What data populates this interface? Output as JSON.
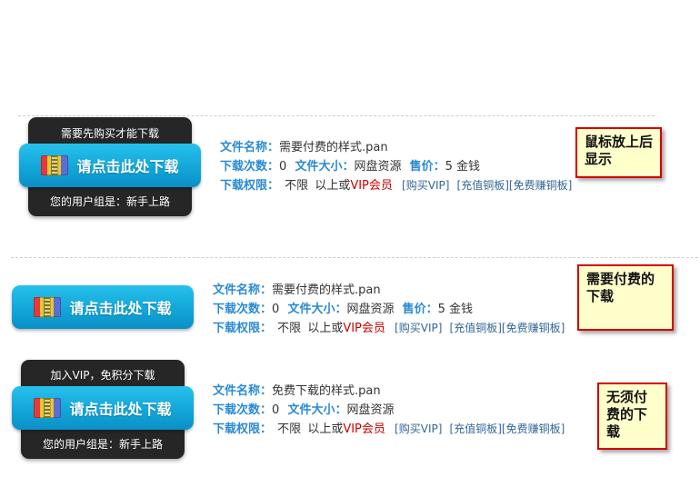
{
  "sections": [
    {
      "popup_top": "需要先购买才能下载",
      "popup_bottom": "您的用户组是：新手上路",
      "button_label": "请点击此处下载",
      "file_name_label": "文件名称：",
      "file_name": "需要付费的样式.pan",
      "downloads_label": "下载次数：",
      "downloads": "0",
      "size_label": "文件大小：",
      "size": "网盘资源",
      "price_label": "售价：",
      "price": "5 金钱",
      "perm_label": "下载权限：",
      "perm_none": "不限",
      "perm_above": "以上或",
      "perm_vip": "VIP会员",
      "link_buy": "[购买VIP]",
      "link_charge": "[充值铜板]",
      "link_free": "[免费赚铜板]",
      "note": "鼠标放上后显示"
    },
    {
      "button_label": "请点击此处下载",
      "file_name_label": "文件名称：",
      "file_name": "需要付费的样式.pan",
      "downloads_label": "下载次数：",
      "downloads": "0",
      "size_label": "文件大小：",
      "size": "网盘资源",
      "price_label": "售价：",
      "price": "5 金钱",
      "perm_label": "下载权限：",
      "perm_none": "不限",
      "perm_above": "以上或",
      "perm_vip": "VIP会员",
      "link_buy": "[购买VIP]",
      "link_charge": "[充值铜板]",
      "link_free": "[免费赚铜板]",
      "note": "需要付费的下载"
    },
    {
      "popup_top": "加入VIP，免积分下载",
      "popup_bottom": "您的用户组是：新手上路",
      "button_label": "请点击此处下载",
      "file_name_label": "文件名称：",
      "file_name": "免费下载的样式.pan",
      "downloads_label": "下载次数：",
      "downloads": "0",
      "size_label": "文件大小：",
      "size": "网盘资源",
      "perm_label": "下载权限：",
      "perm_none": "不限",
      "perm_above": "以上或",
      "perm_vip": "VIP会员",
      "link_buy": "[购买VIP]",
      "link_charge": "[充值铜板]",
      "link_free": "[免费赚铜板]",
      "note": "无须付费的下载"
    }
  ],
  "icons": {
    "archive": "winrar-archive-icon"
  },
  "colors": {
    "button": "#12a6d8",
    "label": "#2a8ad4",
    "vip": "#cc0000",
    "note_border": "#d40000",
    "note_bg": "#ffffcc"
  }
}
